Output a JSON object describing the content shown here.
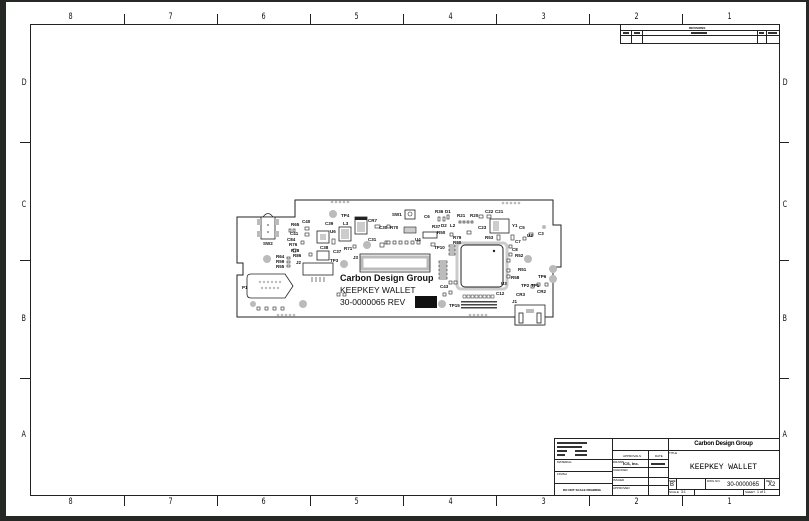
{
  "drawing": {
    "columns": [
      "8",
      "7",
      "6",
      "5",
      "4",
      "3",
      "2",
      "1"
    ],
    "rows": [
      "D",
      "C",
      "B",
      "A"
    ]
  },
  "revision_block": {
    "header": "REVISIONS",
    "columns": [
      "ZONE",
      "REV",
      "DESCRIPTION",
      "DATE",
      "APPROVED"
    ]
  },
  "pcb": {
    "silkscreen_company": "Carbon Design Group",
    "silkscreen_product": "KEEPKEY WALLET",
    "silkscreen_part": "30-0000065 REV",
    "refdes": [
      "SW2",
      "TP4",
      "CR7",
      "SW1",
      "C6",
      "R36",
      "D1",
      "R21",
      "R20",
      "C22",
      "C21",
      "R65",
      "C40",
      "C39",
      "L3",
      "C30",
      "R70",
      "R37",
      "D2",
      "L2",
      "C23",
      "Y1",
      "C5",
      "U2",
      "C3",
      "C41",
      "C84",
      "U6",
      "R79",
      "R80",
      "R53",
      "C7",
      "R76",
      "C31",
      "U4",
      "R50",
      "R78",
      "C38",
      "C37",
      "R71",
      "R86",
      "TP10",
      "R64",
      "R59",
      "R55",
      "J2",
      "TP3",
      "J3",
      "C8",
      "R52",
      "R51",
      "R58",
      "TP6",
      "P1",
      "C43",
      "U3",
      "TP2",
      "TP1",
      "CR2",
      "CR3",
      "J1",
      "TP14",
      "TP15",
      "TP5",
      "C12",
      "R80"
    ]
  },
  "title_block": {
    "company": "Carbon Design Group",
    "title_label": "TITLE",
    "title": "KEEPKEY WALLET",
    "size_label": "SIZE",
    "size": "B",
    "dwg_no_label": "DWG NO.",
    "dwg_no": "30-0000065",
    "rev_label": "REV",
    "rev": "X2",
    "scale_label": "SCALE",
    "scale": "3:1",
    "sheet_label": "SHEET",
    "sheet": "1 of 1",
    "drawn_label": "DRAWN",
    "drawn_by": "ICS, Inc.",
    "approvals_label": "APPROVALS",
    "date_label": "DATE",
    "checked_label": "CHECKED",
    "issued_label": "ISSUED",
    "approved_label": "APPROVED",
    "material_label": "MATERIAL",
    "finish_label": "FINISH",
    "do_not_scale": "DO NOT SCALE DRAWING"
  }
}
